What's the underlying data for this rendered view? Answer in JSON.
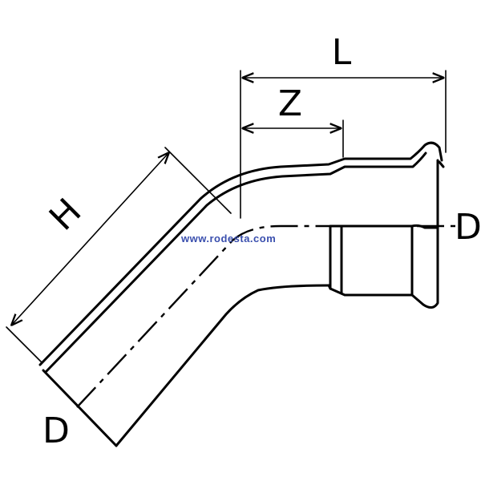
{
  "labels": {
    "L": "L",
    "Z": "Z",
    "H": "H",
    "D_right": "D",
    "D_bottom": "D"
  },
  "watermark": "www.rodesta.com",
  "colors": {
    "line": "#000000",
    "watermark": "#3a4fae",
    "background": "#ffffff"
  }
}
